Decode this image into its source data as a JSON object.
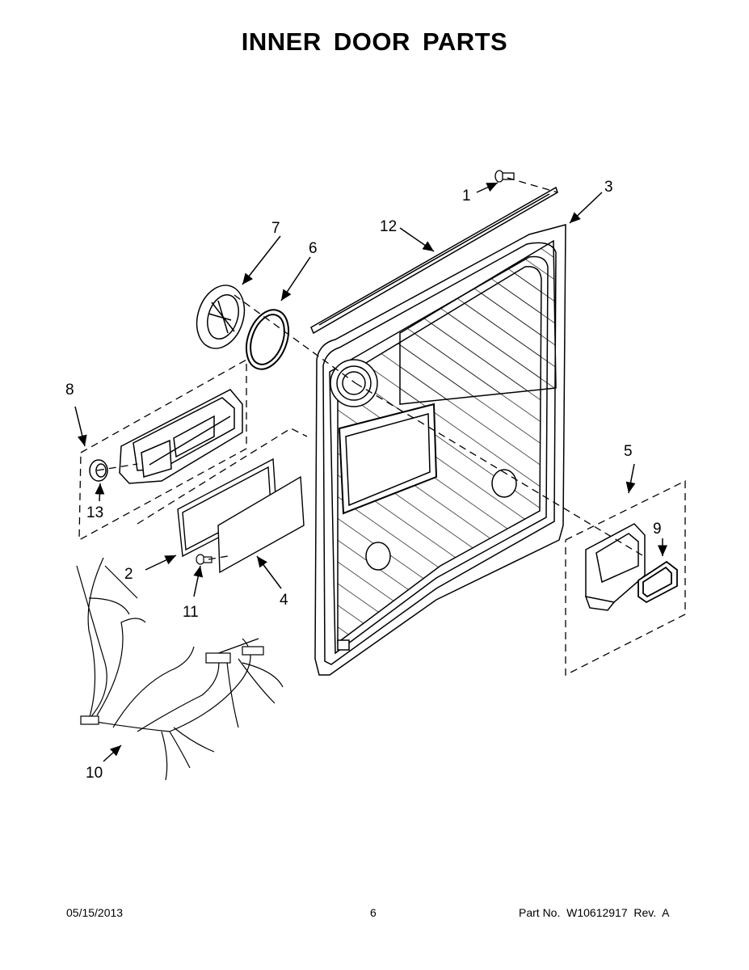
{
  "title": "INNER DOOR PARTS",
  "callouts": {
    "c1": "1",
    "c2": "2",
    "c3": "3",
    "c4": "4",
    "c5": "5",
    "c6": "6",
    "c7": "7",
    "c8": "8",
    "c9": "9",
    "c10": "10",
    "c11": "11",
    "c12": "12",
    "c13": "13"
  },
  "footer": {
    "date": "05/15/2013",
    "page": "6",
    "part_no": "Part No.  W10612917  Rev.  A"
  }
}
